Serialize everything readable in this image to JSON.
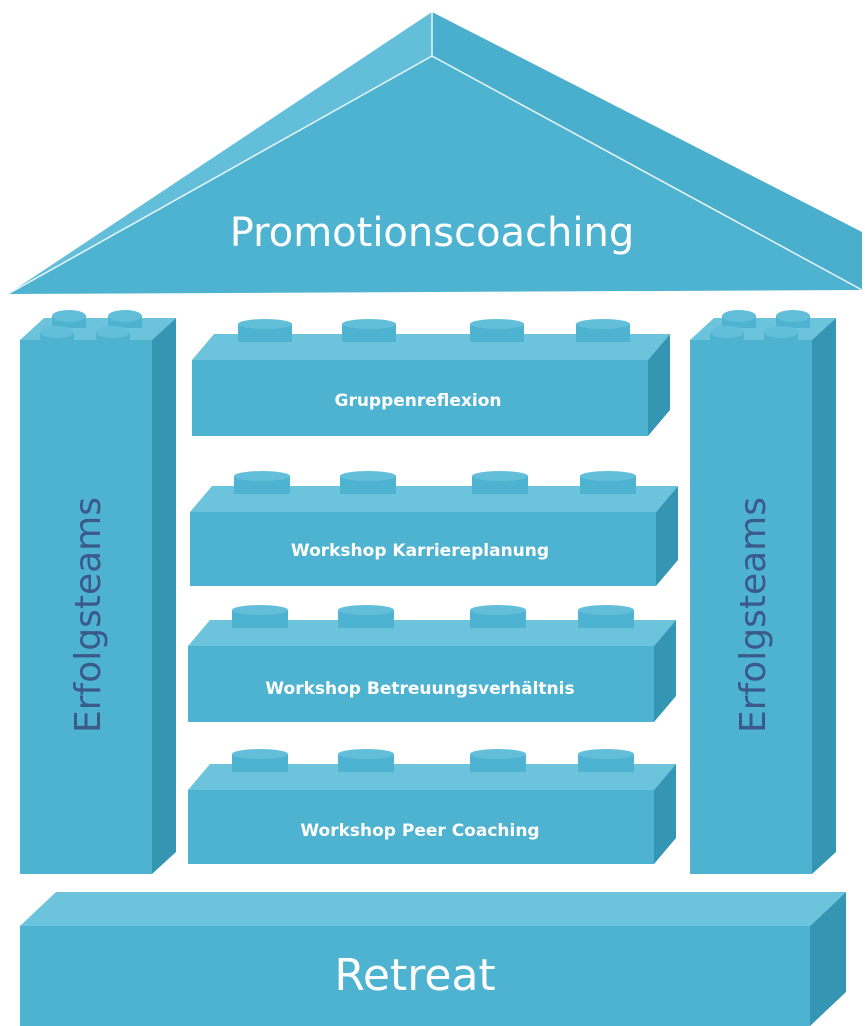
{
  "roof": {
    "label": "Promotionscoaching"
  },
  "pillars": {
    "left": {
      "label": "Erfolgsteams"
    },
    "right": {
      "label": "Erfolgsteams"
    }
  },
  "bricks": [
    {
      "label": "Gruppenreflexion"
    },
    {
      "label": "Workshop Karriereplanung"
    },
    {
      "label": "Workshop Betreuungsverhältnis"
    },
    {
      "label": "Workshop Peer Coaching"
    }
  ],
  "foundation": {
    "label": "Retreat"
  },
  "colors": {
    "front": "#4eb3d1",
    "top": "#6cc4dc",
    "side": "#3596b4",
    "stud_top": "#63bfd9",
    "pillar_text": "#3a5a8c"
  }
}
